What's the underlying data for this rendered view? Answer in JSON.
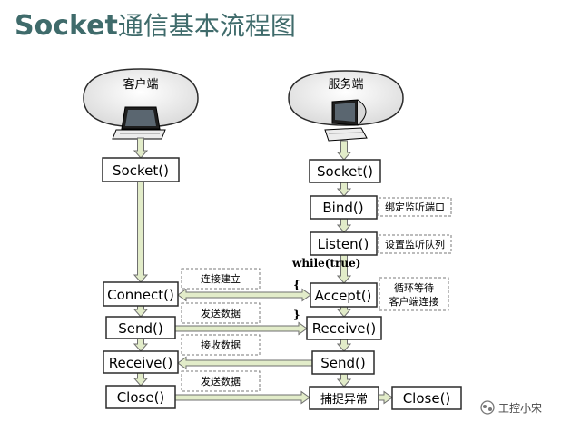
{
  "title": {
    "latin": "Socket",
    "cjk": "通信基本流程图"
  },
  "client": {
    "label": "客户端",
    "icon": "laptop-icon",
    "steps": [
      "Socket()",
      "Connect()",
      "Send()",
      "Receive()",
      "Close()"
    ]
  },
  "server": {
    "label": "服务端",
    "icon": "desktop-computer-icon",
    "steps": [
      "Socket()",
      "Bind()",
      "Listen()",
      "Accept()",
      "Receive()",
      "Send()",
      "捕捉异常",
      "Close()"
    ],
    "notes": {
      "bind": "绑定监听端口",
      "listen": "设置监听队列",
      "accept_line1": "循环等待",
      "accept_line2": "客户端连接"
    }
  },
  "loop": {
    "label": "while(true)",
    "open_brace": "{",
    "close_brace": "}"
  },
  "messages": {
    "connect": "连接建立",
    "send": "发送数据",
    "receive": "接收数据",
    "close": "发送数据"
  },
  "watermark": {
    "icon": "wechat-channel-icon",
    "text": "工控小宋"
  },
  "colors": {
    "title": "#3f6b6b",
    "box_border": "#2b2b2b",
    "arrow_fill": "#e2ecc9",
    "arrow_stroke": "#6f6f6f",
    "note_border": "#7a7a7a",
    "cloud_fill": "#e9e9e9"
  }
}
